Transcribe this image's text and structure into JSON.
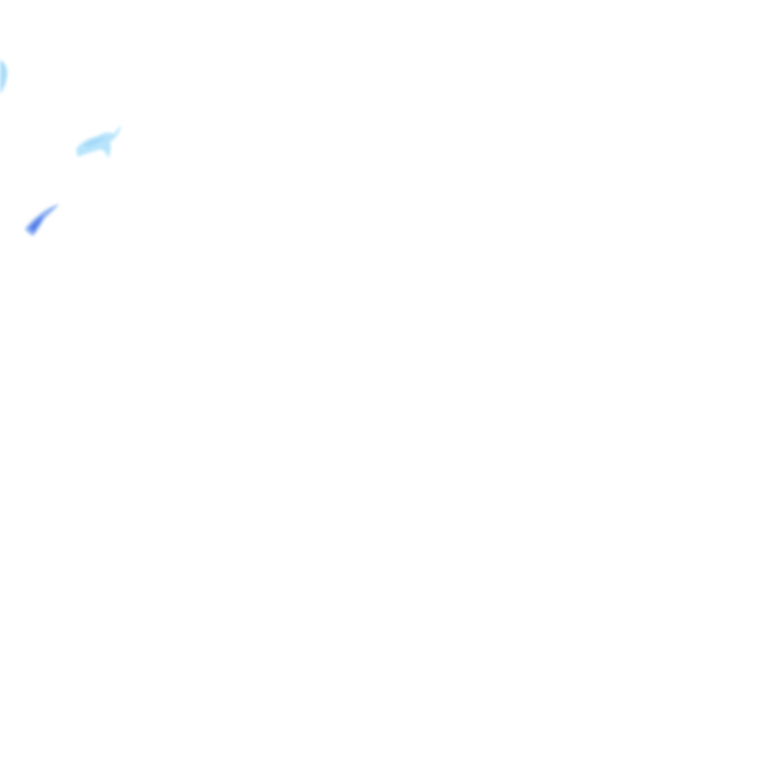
{
  "map": {
    "background_color": "#ffffff",
    "layer": "precipitation-radar-tile",
    "precipitation_cells": [
      {
        "name": "precip-cell-west-edge",
        "intensity": "light",
        "color": "#a9dcf8"
      },
      {
        "name": "precip-cell-northwest-band",
        "intensity": "light",
        "color": "#b7e4fb"
      },
      {
        "name": "precip-cell-west-streak",
        "intensity": "moderate",
        "color": "#4f7be8"
      }
    ]
  }
}
